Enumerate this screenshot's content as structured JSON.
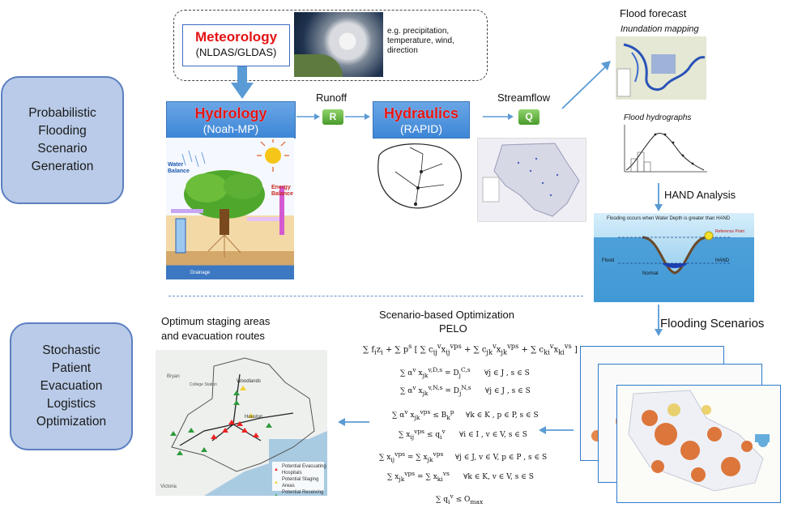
{
  "sections": {
    "top": "Probabilistic Flooding Scenario Generation",
    "bottom": "Stochastic Patient Evacuation Logistics Optimization"
  },
  "meteorology": {
    "title": "Meteorology",
    "subtitle": "(NLDAS/GLDAS)",
    "examples": "e.g. precipitation, temperature, wind, direction"
  },
  "hydrology": {
    "title": "Hydrology",
    "subtitle": "(Noah-MP)"
  },
  "hydraulics": {
    "title": "Hydraulics",
    "subtitle": "(RAPID)"
  },
  "runoff": {
    "label": "Runoff",
    "symbol": "R"
  },
  "streamflow": {
    "label": "Streamflow",
    "symbol": "Q"
  },
  "flood_forecast": {
    "title": "Flood forecast",
    "inundation": "Inundation mapping",
    "hydrographs": "Flood hydrographs"
  },
  "hand": {
    "label": "HAND Analysis",
    "caption": "Flooding occurs when Water Depth is greater than HAND",
    "flood": "Flood",
    "normal": "Normal",
    "hand_short": "HAND",
    "point": "Reference Point"
  },
  "veg": {
    "water_balance": "Water Balance",
    "energy_balance": "Energy Balance",
    "drainage": "Drainage"
  },
  "flooding_scenarios": "Flooding Scenarios",
  "optimization": {
    "title": "Scenario-based Optimization",
    "subtitle": "PELO"
  },
  "optimum": {
    "line1": "Optimum staging areas",
    "line2": "and evacuation routes"
  },
  "map": {
    "legend": [
      "Potential Evacuating Hospitals",
      "Potential Staging Areas",
      "Potential Receiving Hospitals"
    ],
    "places": [
      "Bryan",
      "College Station",
      "Woodlands",
      "Houston",
      "Victoria"
    ]
  },
  "colors": {
    "box_fill": "#b9cbe8",
    "box_border": "#5b7fc1",
    "blue_header": "#3d86d6",
    "title_red": "#e31313",
    "badge_green": "#5aa836",
    "arrow": "#5b9bd5",
    "flood_orange": "#e06a1e"
  }
}
